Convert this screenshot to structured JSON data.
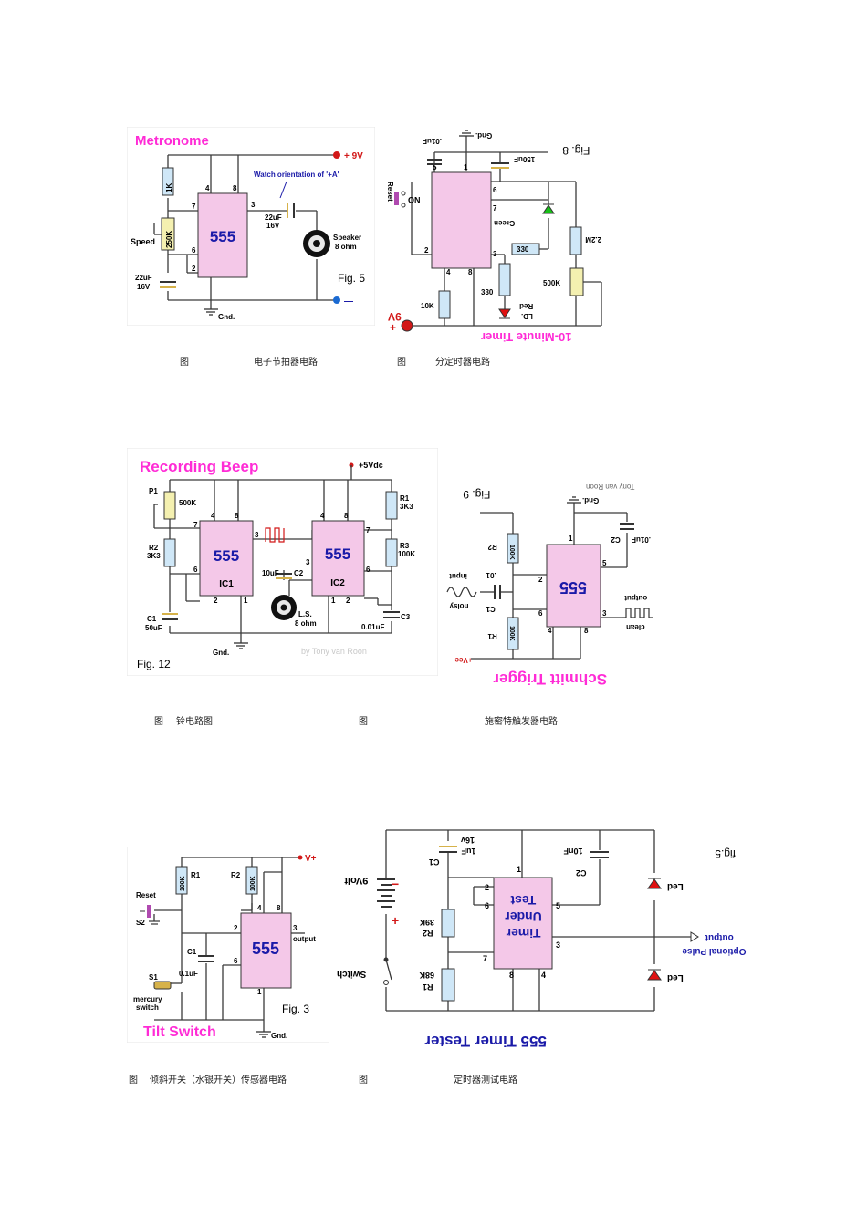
{
  "row1": {
    "metronome": {
      "title": "Metronome",
      "ic": "555",
      "supply": "+ 9V",
      "minus": "—",
      "gnd": "Gnd.",
      "r1": "1K",
      "pot": "250K",
      "speed": "Speed",
      "cap1": "22uF",
      "cap1v": "16V",
      "cap2": "22uF",
      "cap2v": "16V",
      "watch": "Watch orientation of '+A'",
      "speaker": "Speaker",
      "speaker_ohm": "8 ohm",
      "fig": "Fig. 5",
      "pins": [
        "4",
        "8",
        "7",
        "6",
        "2",
        "3"
      ]
    },
    "timer": {
      "ic": "555",
      "reset": "Reset",
      "no": "NO",
      "gnd": "Gnd.",
      "c1": ".01uF",
      "c2": "150uF",
      "fig": "Fig. 8",
      "green": "Green",
      "r330a": "330",
      "r330b": "330",
      "r22m": "2.2M",
      "pot": "500K",
      "r10k": "10K",
      "red": "Red",
      "ld": "LD.",
      "supply": "9V",
      "plus": "+",
      "title": "10-Minute Timer",
      "pins": [
        "5",
        "1",
        "6",
        "7",
        "2",
        "3",
        "4",
        "8"
      ]
    },
    "captions": [
      {
        "fig": "图",
        "text": "电子节拍器电路"
      },
      {
        "fig": "图",
        "text": "分定时器电路"
      }
    ]
  },
  "row2": {
    "beep": {
      "title": "Recording Beep",
      "supply": "+5Vdc",
      "ic1": "555",
      "ic1n": "IC1",
      "ic2": "555",
      "ic2n": "IC2",
      "p1": "P1",
      "p1v": "500K",
      "r2": "R2",
      "r2v": "3K3",
      "c1": "C1",
      "c1v": "50uF",
      "c2": "C2",
      "c2v": "10uF",
      "r1": "R1",
      "r1v": "3K3",
      "r3": "R3",
      "r3v": "100K",
      "c3": "C3",
      "c3v": "0.01uF",
      "ls": "L.S.",
      "ls_ohm": "8 ohm",
      "gnd": "Gnd.",
      "fig": "Fig. 12",
      "credit": "by Tony van Roon",
      "pins1": [
        "4",
        "8",
        "7",
        "6",
        "2",
        "3",
        "1"
      ],
      "pins2": [
        "4",
        "8",
        "7",
        "6",
        "3",
        "2",
        "1"
      ]
    },
    "schmitt": {
      "fig": "Fig. 9",
      "credit": "Tony van Roon",
      "gnd": "Gnd.",
      "c2": "C2",
      "c2v": ".01uF",
      "r2": "R2",
      "r2v": "100K",
      "ic": "555",
      "input": "input",
      "noisy": "noisy",
      "c1": "C1",
      "c1v": ".01",
      "r1": "R1",
      "r1v": "100K",
      "vcc": "+Vcc",
      "output": "output",
      "clean": "clean",
      "title": "Schmitt Trigger",
      "pins": [
        "1",
        "5",
        "2",
        "6",
        "3",
        "4",
        "8"
      ]
    },
    "captions": [
      {
        "fig": "图",
        "text": "铃电路图"
      },
      {
        "fig": "图",
        "text": "施密特触发器电路"
      }
    ]
  },
  "row3": {
    "tilt": {
      "supply": "V+",
      "r1": "R1",
      "r1v": "100K",
      "r2": "R2",
      "r2v": "100K",
      "reset": "Reset",
      "s2": "S2",
      "ic": "555",
      "output": "output",
      "c1": "C1",
      "c1v": "0.1uF",
      "s1": "S1",
      "mercury": "mercury",
      "switch": "switch",
      "fig": "Fig. 3",
      "title": "Tilt Switch",
      "gnd": "Gnd.",
      "pins": [
        "4",
        "8",
        "2",
        "3",
        "6",
        "1"
      ]
    },
    "tester": {
      "c1": "C1",
      "c1v": "1uF",
      "c1volt": "16v",
      "c2": "C2",
      "c2v": "10nF",
      "fig": "fig.5",
      "volt": "9Volt",
      "r2": "R2",
      "r2v": "39K",
      "r1": "R1",
      "r1v": "68K",
      "switch": "Switch",
      "ic_l1": "Test",
      "ic_l2": "Under",
      "ic_l3": "Timer",
      "led1": "Led",
      "led2": "Led",
      "output": "output",
      "pulse": "Optional Pulse",
      "title": "555 Timer Tester",
      "pins": [
        "1",
        "2",
        "6",
        "5",
        "3",
        "7",
        "8",
        "4"
      ]
    },
    "captions": [
      {
        "fig": "图",
        "text": "倾斜开关（水银开关）传感器电路"
      },
      {
        "fig": "图",
        "text": "定时器测试电路"
      }
    ]
  },
  "colors": {
    "ic_fill": "#f4c8e8",
    "magenta": "#ff2bd6",
    "blue": "#1a1aa8",
    "wire": "#3a3a3a",
    "resistor": "#cfe7f7",
    "pot": "#f4f0b0",
    "cap": "#d6b24a",
    "red_dot": "#d21818",
    "led_green": "#18c018",
    "led_red": "#e01010"
  }
}
